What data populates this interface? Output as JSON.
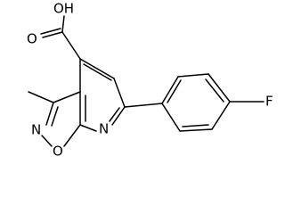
{
  "molecule": {
    "atoms": {
      "hydroxyl": "OH",
      "carbonyl_oxygen": "O",
      "fluorine": "F",
      "pyridine_nitrogen": "N",
      "isoxazole_nitrogen": "N",
      "isoxazole_oxygen": "O"
    }
  },
  "colors": {
    "bond": "#000000",
    "label": "#000000",
    "background": "#ffffff"
  }
}
